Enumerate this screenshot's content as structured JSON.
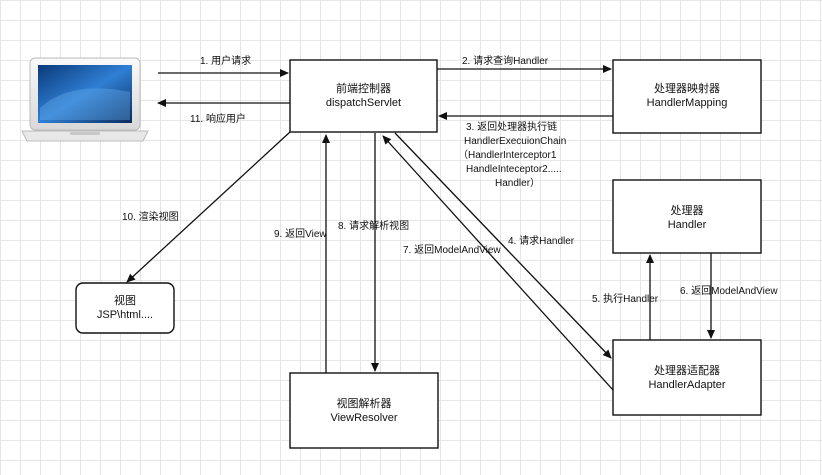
{
  "nodes": {
    "front_controller": {
      "line1": "前端控制器",
      "line2": "dispatchServlet"
    },
    "handler_mapping": {
      "line1": "处理器映射器",
      "line2": "HandlerMapping"
    },
    "handler": {
      "line1": "处理器",
      "line2": "Handler"
    },
    "handler_adapter": {
      "line1": "处理器适配器",
      "line2": "HandlerAdapter"
    },
    "view_resolver": {
      "line1": "视图解析器",
      "line2": "ViewResolver"
    },
    "view": {
      "line1": "视图",
      "line2": "JSP\\html...."
    }
  },
  "edges": {
    "e1": "1. 用户请求",
    "e2": "2. 请求查询Handler",
    "e3": [
      "3. 返回处理器执行链",
      "HandlerExecuionChain",
      "（HandlerInterceptor1",
      "HandleInteceptor2.....",
      "Handler）"
    ],
    "e4": "4. 请求Handler",
    "e5": "5. 执行Handler",
    "e6": "6. 返回ModelAndView",
    "e7": "7. 返回ModelAndView",
    "e8": "8. 请求解析视图",
    "e9": "9. 返回View",
    "e10": "10. 渲染视图",
    "e11": "11. 响应用户"
  },
  "icons": {
    "user": "laptop-icon"
  }
}
